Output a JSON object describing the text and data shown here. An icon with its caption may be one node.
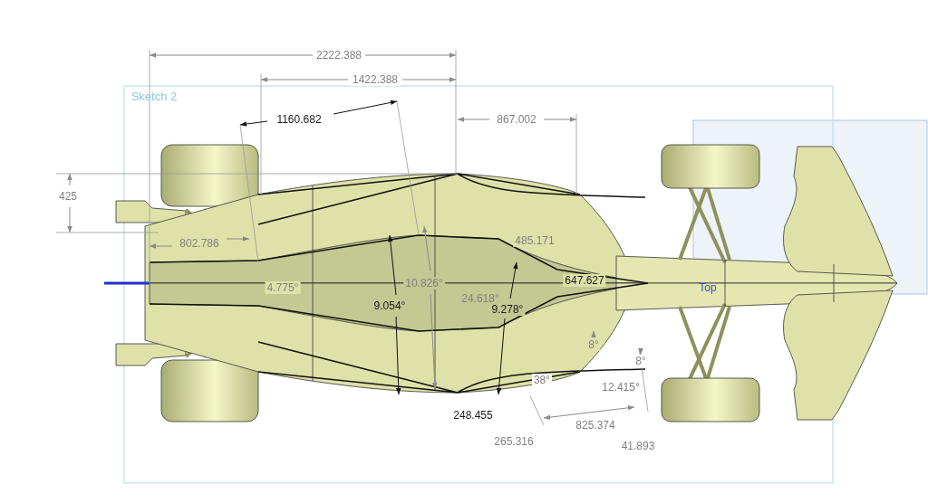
{
  "diagram": {
    "labels": [
      "2222.388",
      "1422.388",
      "Sketch 2",
      "1160.682",
      "867.002",
      "425",
      "802.786",
      "485.171",
      "4.775°",
      "10.826°",
      "9.054°",
      "24.618°",
      "9.278°",
      "647.627",
      "Top",
      "8°",
      "8°",
      "38°",
      "12.415°",
      "248.455",
      "825.374",
      "265.316",
      "41.893"
    ]
  }
}
